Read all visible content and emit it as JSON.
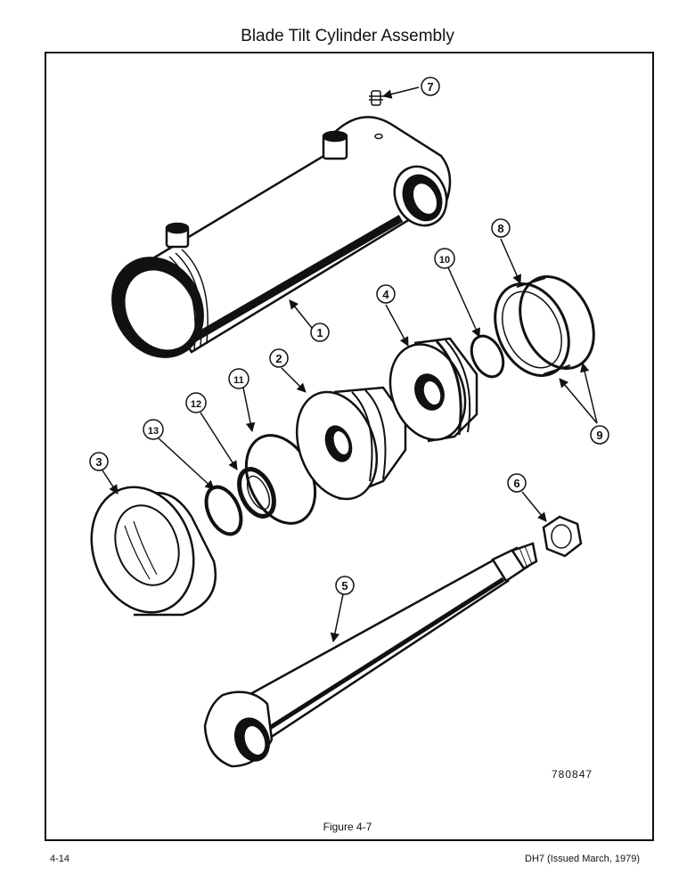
{
  "page": {
    "title": "Blade Tilt Cylinder Assembly",
    "figure_caption": "Figure 4-7",
    "drawing_number": "780847",
    "page_number": "4-14",
    "document_id": "DH7 (Issued March, 1979)"
  },
  "callouts": [
    {
      "id": "1",
      "label": "1"
    },
    {
      "id": "2",
      "label": "2"
    },
    {
      "id": "3",
      "label": "3"
    },
    {
      "id": "4",
      "label": "4"
    },
    {
      "id": "5",
      "label": "5"
    },
    {
      "id": "6",
      "label": "6"
    },
    {
      "id": "7",
      "label": "7"
    },
    {
      "id": "8",
      "label": "8"
    },
    {
      "id": "9",
      "label": "9"
    },
    {
      "id": "10",
      "label": "10"
    },
    {
      "id": "11",
      "label": "11"
    },
    {
      "id": "12",
      "label": "12"
    },
    {
      "id": "13",
      "label": "13"
    }
  ]
}
